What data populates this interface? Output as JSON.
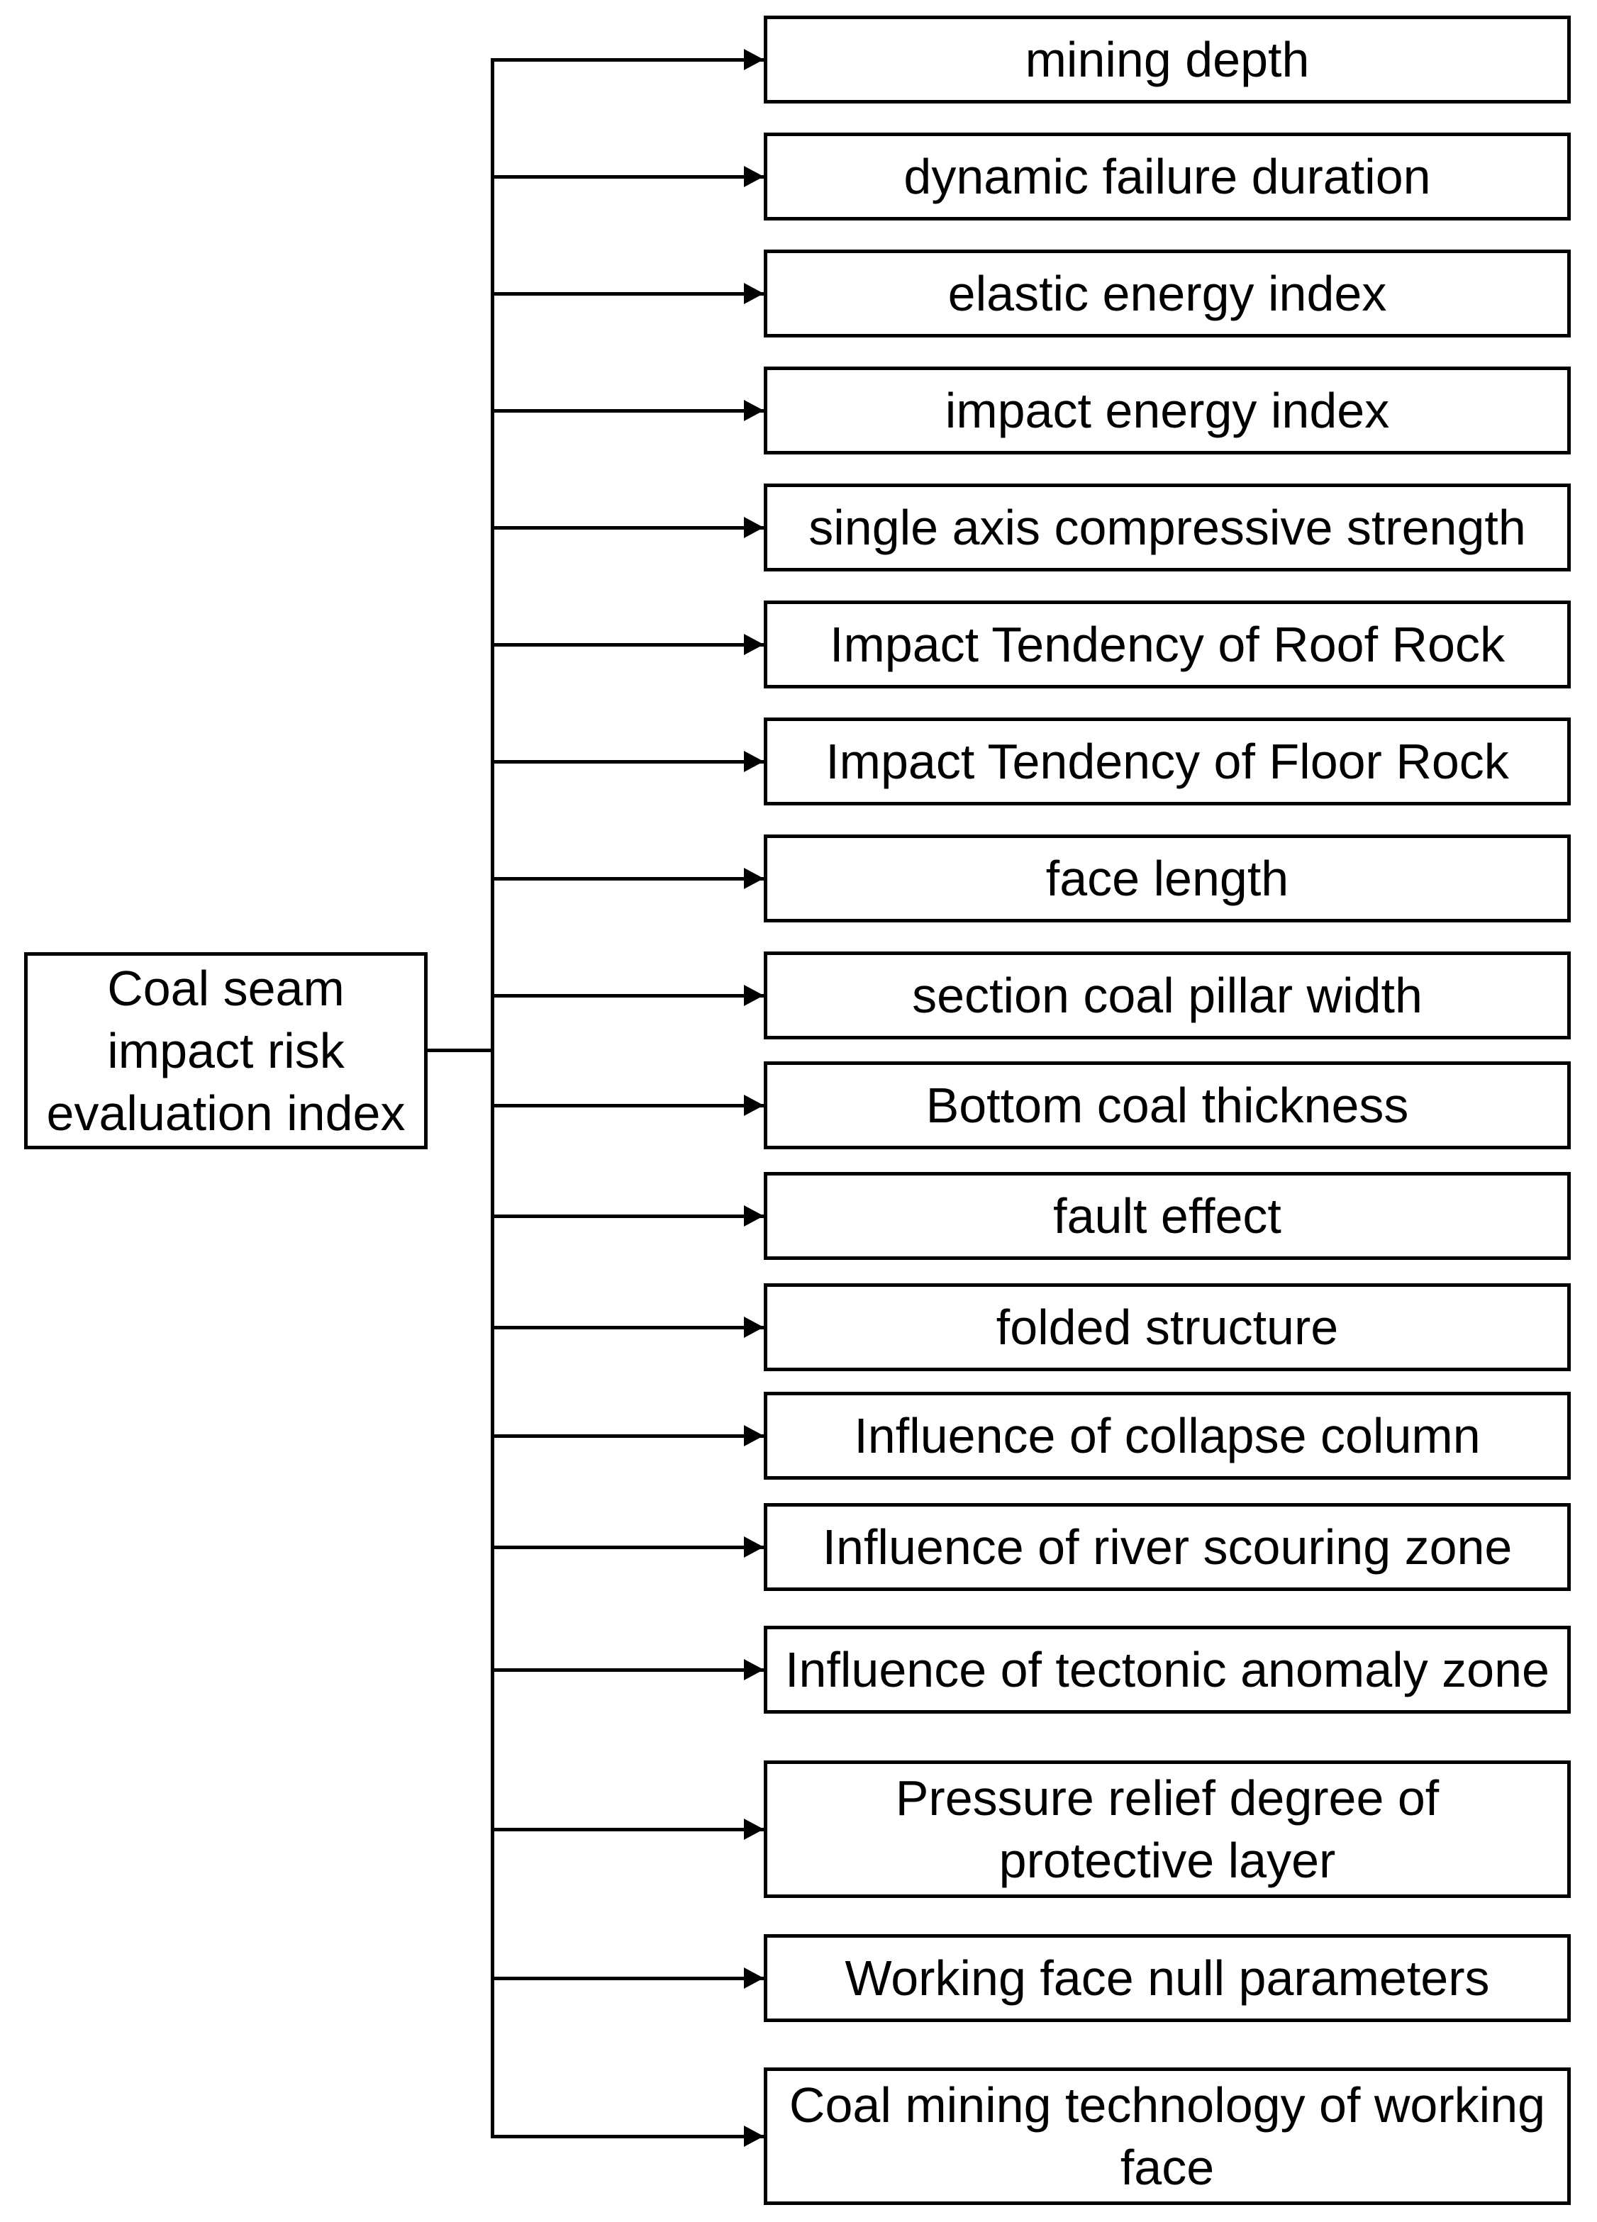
{
  "root": {
    "label": "Coal seam\nimpact risk\nevaluation index"
  },
  "branches": [
    "mining depth",
    "dynamic failure duration",
    "elastic energy index",
    "impact energy index",
    "single axis compressive strength",
    "Impact Tendency of Roof Rock",
    "Impact Tendency of Floor Rock",
    "face length",
    "section coal pillar width",
    "Bottom coal thickness",
    "fault effect",
    "folded structure",
    "Influence of collapse column",
    "Influence of river scouring zone",
    "Influence of tectonic anomaly zone",
    "Pressure relief degree of\nprotective layer",
    "Working face null parameters",
    "Coal mining technology of working\nface"
  ],
  "colors": {
    "background": "#ffffff",
    "line": "#000000",
    "text": "#000000"
  }
}
